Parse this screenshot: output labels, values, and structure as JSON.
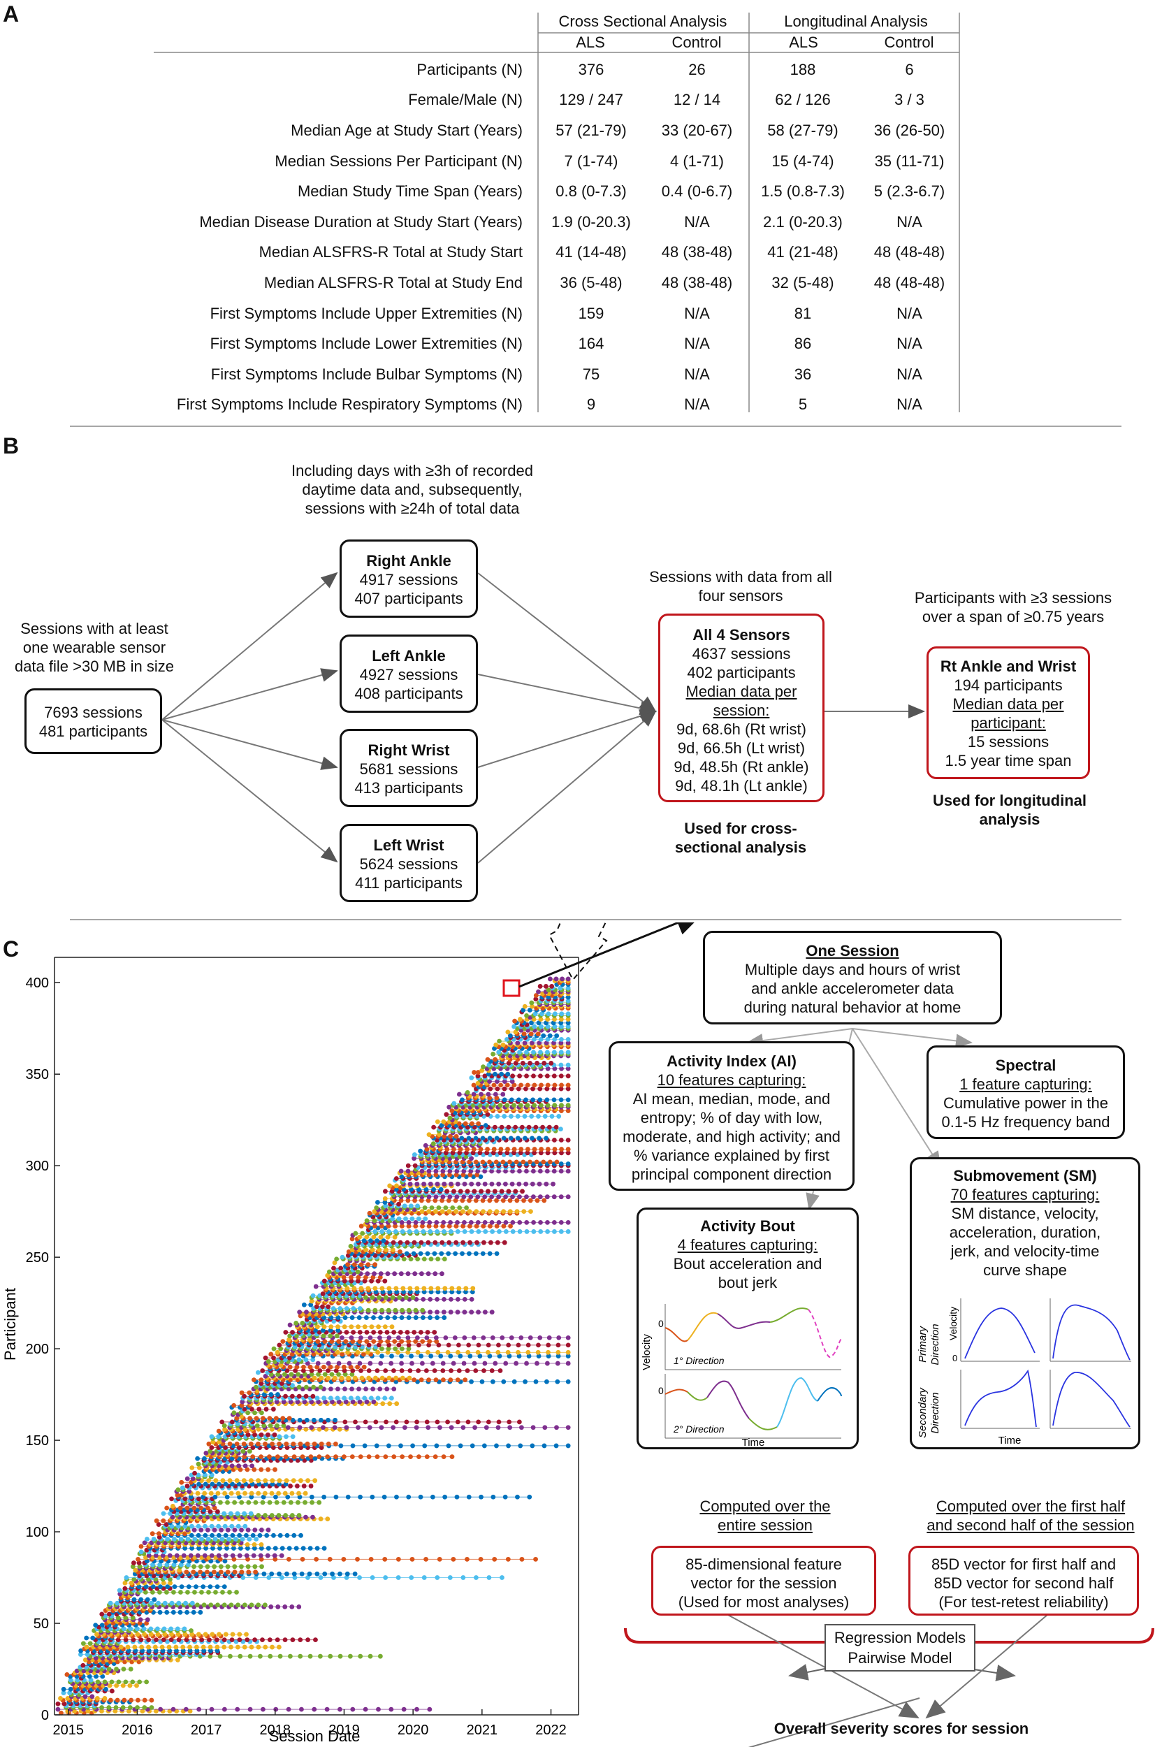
{
  "panel_labels": {
    "a": "A",
    "b": "B",
    "c": "C"
  },
  "table": {
    "group_headers": [
      "Cross Sectional Analysis",
      "Longitudinal Analysis"
    ],
    "sub_headers": [
      "ALS",
      "Control",
      "ALS",
      "Control"
    ],
    "rows": [
      {
        "label": "Participants (N)",
        "values": [
          "376",
          "26",
          "188",
          "6"
        ]
      },
      {
        "label": "Female/Male (N)",
        "values": [
          "129 / 247",
          "12 / 14",
          "62 / 126",
          "3 / 3"
        ]
      },
      {
        "label": "Median Age at Study Start (Years)",
        "values": [
          "57 (21-79)",
          "33 (20-67)",
          "58 (27-79)",
          "36 (26-50)"
        ]
      },
      {
        "label": "Median Sessions Per Participant (N)",
        "values": [
          "7 (1-74)",
          "4 (1-71)",
          "15 (4-74)",
          "35 (11-71)"
        ]
      },
      {
        "label": "Median Study Time Span (Years)",
        "values": [
          "0.8 (0-7.3)",
          "0.4 (0-6.7)",
          "1.5 (0.8-7.3)",
          "5 (2.3-6.7)"
        ]
      },
      {
        "label": "Median Disease Duration at Study Start (Years)",
        "values": [
          "1.9 (0-20.3)",
          "N/A",
          "2.1 (0-20.3)",
          "N/A"
        ]
      },
      {
        "label": "Median ALSFRS-R Total at Study Start",
        "values": [
          "41 (14-48)",
          "48 (38-48)",
          "41 (21-48)",
          "48 (48-48)"
        ]
      },
      {
        "label": "Median ALSFRS-R Total at Study End",
        "values": [
          "36 (5-48)",
          "48 (38-48)",
          "32 (5-48)",
          "48 (48-48)"
        ]
      },
      {
        "label": "First Symptoms Include Upper Extremities (N)",
        "values": [
          "159",
          "N/A",
          "81",
          "N/A"
        ]
      },
      {
        "label": "First Symptoms Include Lower Extremities (N)",
        "values": [
          "164",
          "N/A",
          "86",
          "N/A"
        ]
      },
      {
        "label": "First Symptoms Include Bulbar Symptoms (N)",
        "values": [
          "75",
          "N/A",
          "36",
          "N/A"
        ]
      },
      {
        "label": "First Symptoms Include Respiratory Symptoms (N)",
        "values": [
          "9",
          "N/A",
          "5",
          "N/A"
        ]
      }
    ]
  },
  "flow": {
    "inclusion_caption": [
      "Including days with ≥3h of recorded",
      "daytime data and, subsequently,",
      "sessions with ≥24h of total data"
    ],
    "start_caption": [
      "Sessions with at least",
      "one wearable sensor",
      "data file >30 MB in size"
    ],
    "start_box": [
      "7693 sessions",
      "481 participants"
    ],
    "sensors": [
      {
        "title": "Right Ankle",
        "sessions": "4917 sessions",
        "participants": "407 participants"
      },
      {
        "title": "Left Ankle",
        "sessions": "4927 sessions",
        "participants": "408 participants"
      },
      {
        "title": "Right Wrist",
        "sessions": "5681 sessions",
        "participants": "413 participants"
      },
      {
        "title": "Left Wrist",
        "sessions": "5624 sessions",
        "participants": "411 participants"
      }
    ],
    "all4_caption": [
      "Sessions with data from all",
      "four sensors"
    ],
    "all4_box": {
      "title": "All 4 Sensors",
      "lines": [
        "4637 sessions",
        "402 participants"
      ],
      "median_label": [
        "Median data per",
        "session:"
      ],
      "details": [
        "9d, 68.6h (Rt wrist)",
        "9d, 66.5h (Lt wrist)",
        "9d, 48.5h (Rt ankle)",
        "9d, 48.1h (Lt ankle)"
      ]
    },
    "all4_use": [
      "Used for cross-",
      "sectional analysis"
    ],
    "long_caption": [
      "Participants with ≥3 sessions",
      "over a span of ≥0.75 years"
    ],
    "long_box": {
      "title": "Rt Ankle and Wrist",
      "line1": "194 participants",
      "median_label": [
        "Median data per",
        "participant:"
      ],
      "details": [
        "15 sessions",
        "1.5 year time span"
      ]
    },
    "long_use": [
      "Used for longitudinal",
      "analysis"
    ]
  },
  "features": {
    "one_session": {
      "title": "One Session",
      "lines": [
        "Multiple days and hours of wrist",
        "and ankle accelerometer data",
        "during natural behavior at home"
      ]
    },
    "activity_index": {
      "title": "Activity Index (AI)",
      "subtitle": "10 features capturing:",
      "lines": [
        "AI mean, median, mode, and",
        "entropy; % of day with low,",
        "moderate, and high activity; and",
        "% variance explained by first",
        "principal component direction"
      ]
    },
    "spectral": {
      "title": "Spectral",
      "subtitle": "1 feature capturing:",
      "lines": [
        "Cumulative power in the",
        "0.1-5 Hz frequency band"
      ]
    },
    "activity_bout": {
      "title": "Activity Bout",
      "subtitle": "4 features capturing:",
      "lines": [
        "Bout acceleration and",
        "bout jerk"
      ],
      "y_label": "Velocity",
      "dir1": "1° Direction",
      "dir2": "2° Direction",
      "x_label": "Time",
      "zero": "0"
    },
    "submovement": {
      "title": "Submovement (SM)",
      "subtitle": "70 features capturing:",
      "lines": [
        "SM distance, velocity,",
        "acceleration, duration,",
        "jerk, and velocity-time",
        "curve shape"
      ],
      "row1": [
        "Primary",
        "Direction"
      ],
      "row2": [
        "Secondary",
        "Direction"
      ],
      "y_label": "Velocity",
      "x_label": "Time",
      "zero": "0"
    },
    "entire_caption": [
      "Computed over the",
      "entire session"
    ],
    "halves_caption": [
      "Computed over the first half",
      "and second half of the session"
    ],
    "entire_box": [
      "85-dimensional feature",
      "vector for the session",
      "(Used for most analyses)"
    ],
    "halves_box": [
      "85D vector for first half and",
      "85D vector for second half",
      "(For test-retest reliability)"
    ],
    "models": [
      "Regression Models",
      "Pairwise Model"
    ],
    "final": "Overall severity scores for session"
  },
  "chart_data": {
    "type": "scatter",
    "title": "",
    "xlabel": "Session Date",
    "ylabel": "Participant",
    "x_ticks": [
      "2015",
      "2016",
      "2017",
      "2018",
      "2019",
      "2020",
      "2021",
      "2022"
    ],
    "y_ticks": [
      "0",
      "50",
      "100",
      "150",
      "200",
      "250",
      "300",
      "350",
      "400"
    ],
    "xlim": [
      2014.8,
      2022.4
    ],
    "ylim": [
      0,
      410
    ],
    "grid": false,
    "n_participants": 402,
    "colors": [
      "#0072BD",
      "#D95319",
      "#EDB120",
      "#7E2F8E",
      "#77AC30",
      "#4DBEEE",
      "#A2142F"
    ]
  }
}
